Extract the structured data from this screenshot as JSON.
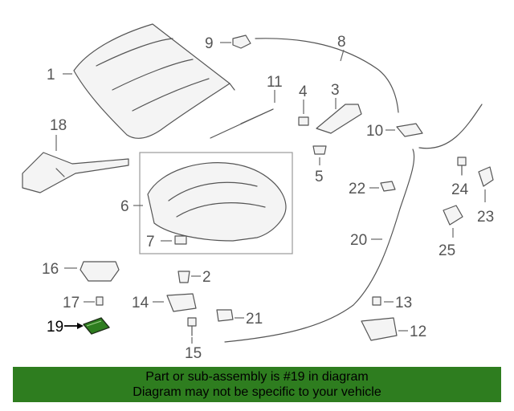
{
  "diagram": {
    "callouts": [
      {
        "id": "c1",
        "label": "1"
      },
      {
        "id": "c2",
        "label": "2"
      },
      {
        "id": "c3",
        "label": "3"
      },
      {
        "id": "c4",
        "label": "4"
      },
      {
        "id": "c5",
        "label": "5"
      },
      {
        "id": "c6",
        "label": "6"
      },
      {
        "id": "c7",
        "label": "7"
      },
      {
        "id": "c8",
        "label": "8"
      },
      {
        "id": "c9",
        "label": "9"
      },
      {
        "id": "c10",
        "label": "10"
      },
      {
        "id": "c11",
        "label": "11"
      },
      {
        "id": "c12",
        "label": "12"
      },
      {
        "id": "c13",
        "label": "13"
      },
      {
        "id": "c14",
        "label": "14"
      },
      {
        "id": "c15",
        "label": "15"
      },
      {
        "id": "c16",
        "label": "16"
      },
      {
        "id": "c17",
        "label": "17"
      },
      {
        "id": "c18",
        "label": "18"
      },
      {
        "id": "c19",
        "label": "19"
      },
      {
        "id": "c20",
        "label": "20"
      },
      {
        "id": "c21",
        "label": "21"
      },
      {
        "id": "c22",
        "label": "22"
      },
      {
        "id": "c23",
        "label": "23"
      },
      {
        "id": "c24",
        "label": "24"
      },
      {
        "id": "c25",
        "label": "25"
      }
    ],
    "highlighted_part": "19",
    "highlight_color": "#2e7d1f",
    "line_color": "#555555"
  },
  "banner": {
    "line1": "Part or sub-assembly is #19 in diagram",
    "line2": "Diagram may not be specific to your vehicle",
    "background": "#2e7d1f",
    "text_color": "#000000"
  }
}
